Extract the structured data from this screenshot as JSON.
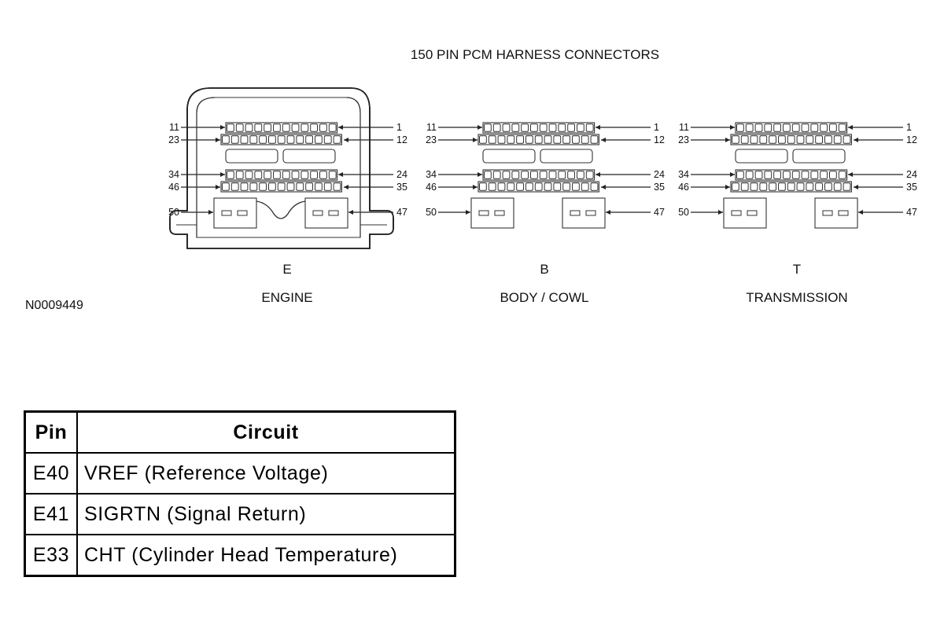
{
  "diagram": {
    "title": "150 PIN PCM HARNESS CONNECTORS",
    "figure_id": "N0009449",
    "pin_labels": {
      "row1_left": "11",
      "row1_right": "1",
      "row2_left": "23",
      "row2_right": "12",
      "row3_left": "34",
      "row3_right": "24",
      "row4_left": "46",
      "row4_right": "35",
      "row5_left": "50",
      "row5_right": "47"
    },
    "connectors": [
      {
        "letter": "E",
        "name": "ENGINE"
      },
      {
        "letter": "B",
        "name": "BODY / COWL"
      },
      {
        "letter": "T",
        "name": "TRANSMISSION"
      }
    ]
  },
  "table": {
    "headers": {
      "pin": "Pin",
      "circuit": "Circuit"
    },
    "rows": [
      {
        "pin": "E40",
        "circuit": "VREF (Reference Voltage)"
      },
      {
        "pin": "E41",
        "circuit": "SIGRTN (Signal Return)"
      },
      {
        "pin": "E33",
        "circuit": "CHT (Cylinder Head Temperature)"
      }
    ]
  }
}
